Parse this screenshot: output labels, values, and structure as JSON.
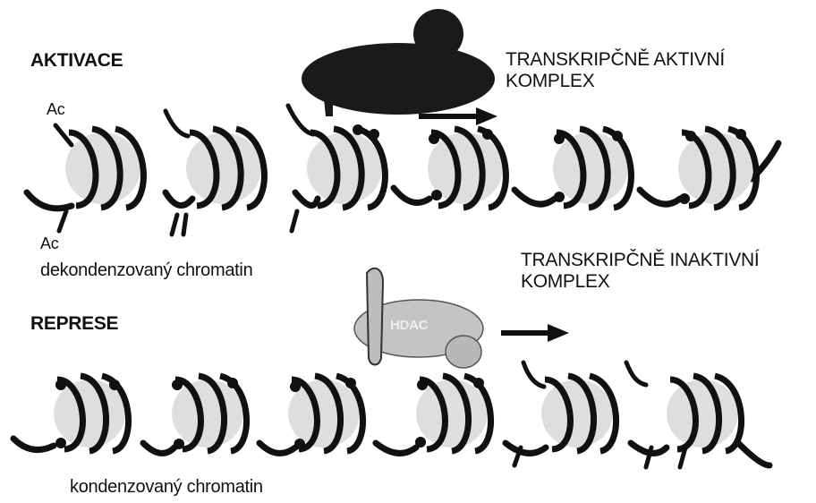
{
  "labels": {
    "activation_title": "AKTIVACE",
    "active_complex": "TRANSKRIPČNĚ AKTIVNÍ\nKOMPLEX",
    "ac_top": "Ac",
    "ac_bottom": "Ac",
    "decondensed": "dekondenzovaný chromatin",
    "repression_title": "REPRESE",
    "inactive_complex": "TRANSKRIPČNĚ INAKTIVNÍ\nKOMPLEX",
    "hdac": "HDAC",
    "condensed": "kondenzovaný chromatin"
  },
  "colors": {
    "dna": "#111111",
    "nucleosome_core": "#dedede",
    "acetyl_mark": "#111111",
    "activator_complex": "#1a1a1a",
    "hdac_complex": "#c4c4c4"
  },
  "icons": {
    "active_arrow": "right-arrow",
    "inactive_arrow": "right-arrow"
  }
}
